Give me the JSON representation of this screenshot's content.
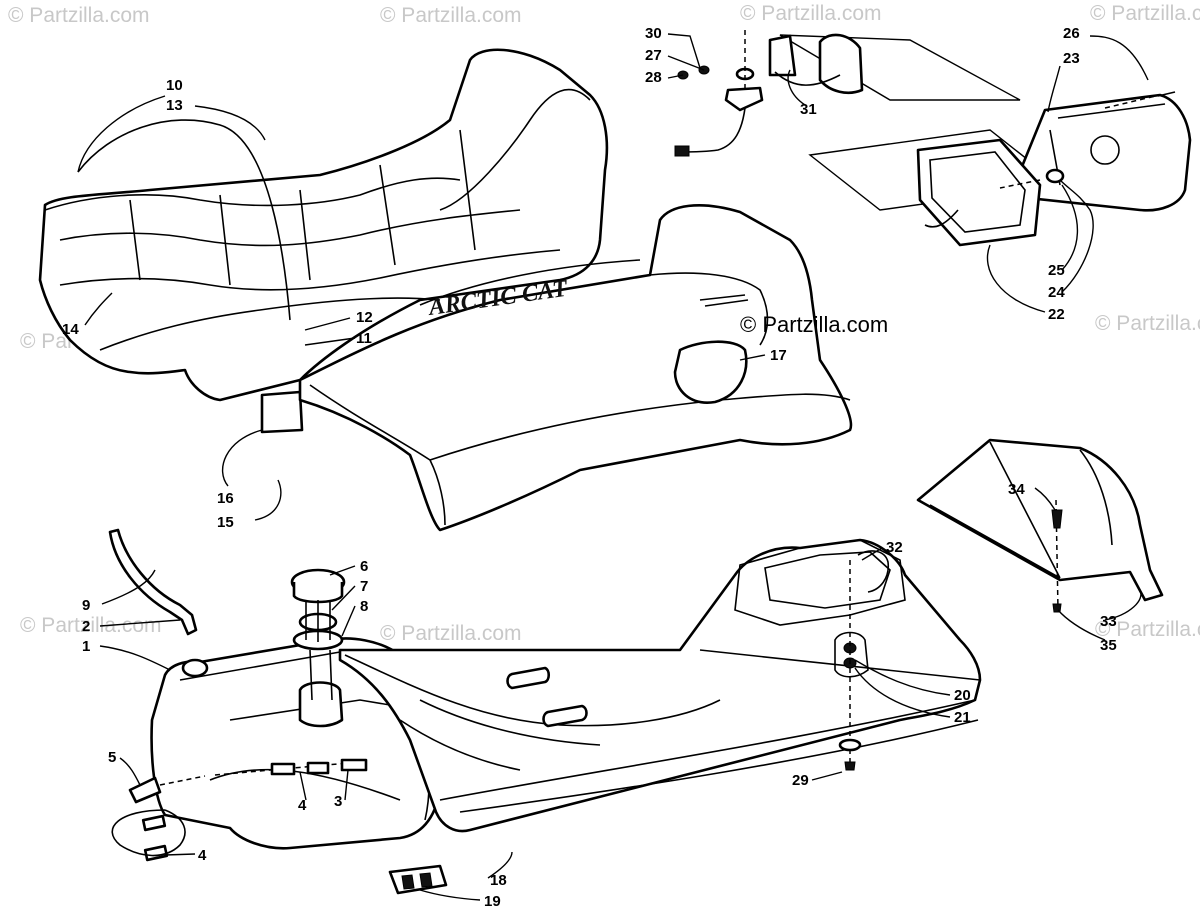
{
  "watermark": {
    "text": "© Partzilla.com",
    "color": "#c8c8c8"
  },
  "credit": "© Partzilla.com",
  "brand_text": "ARCTIC CAT",
  "callouts": [
    "10",
    "13",
    "14",
    "12",
    "11",
    "16",
    "15",
    "17",
    "30",
    "27",
    "28",
    "31",
    "26",
    "23",
    "25",
    "24",
    "22",
    "6",
    "7",
    "8",
    "9",
    "2",
    "1",
    "5",
    "4",
    "3",
    "4",
    "32",
    "34",
    "33",
    "35",
    "20",
    "21",
    "29",
    "18",
    "19"
  ]
}
